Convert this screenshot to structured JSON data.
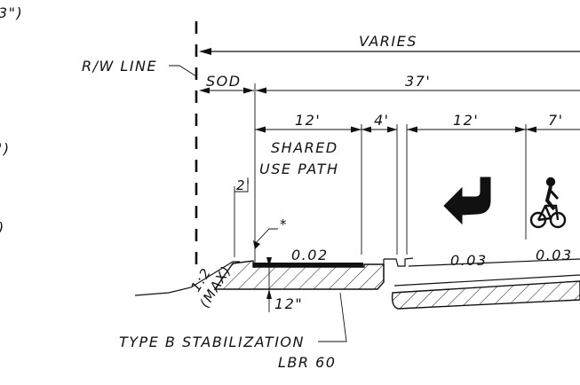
{
  "labels": {
    "edge_top": "3\")",
    "edge_mid": "')",
    "edge_low": ")",
    "rw_line": "R/W LINE",
    "varies": "VARIES",
    "sod": "SOD",
    "dim_37": "37'",
    "dim_12_path": "12'",
    "dim_4": "4'",
    "dim_12_lane": "12'",
    "dim_7": "7'",
    "shared": "SHARED",
    "use_path": "USE PATH",
    "dim_2": "2'",
    "asterisk": "*",
    "slope_path": "0.02",
    "slope_lane": "0.03",
    "slope_bike": "0.03",
    "side_slope_1": "1:2",
    "side_slope_2": "(MAX)",
    "dim_12in": "12\"",
    "stab_1": "TYPE B STABILIZATION",
    "stab_2": "LBR 60"
  },
  "icons": {
    "turn": "turn-arrow-icon",
    "bike": "bicycle-icon"
  },
  "colors": {
    "ink": "#111111",
    "background": "#ffffff"
  }
}
